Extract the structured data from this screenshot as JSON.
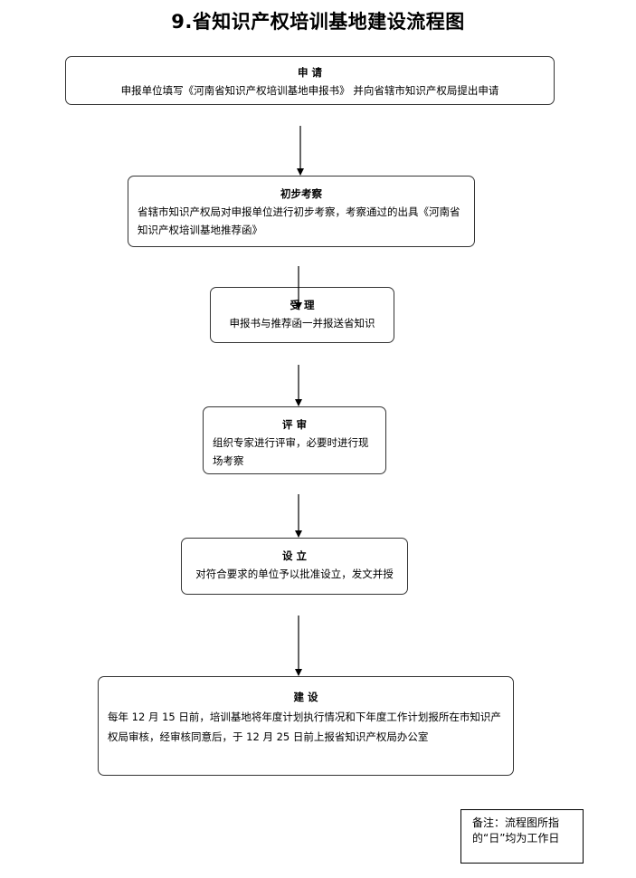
{
  "title": "9.省知识产权培训基地建设流程图",
  "steps": [
    {
      "heading": "申    请",
      "text": "申报单位填写《河南省知识产权培训基地申报书》 并向省辖市知识产权局提出申请"
    },
    {
      "heading": "初步考察",
      "text": "省辖市知识产权局对申报单位进行初步考察，考察通过的出具《河南省知识产权培训基地推荐函》"
    },
    {
      "heading": "受    理",
      "text": "申报书与推荐函一并报送省知识"
    },
    {
      "heading": "评    审",
      "text": "组织专家进行评审，必要时进行现场考察"
    },
    {
      "heading": "设    立",
      "text": "对符合要求的单位予以批准设立，发文并授"
    },
    {
      "heading": "建    设",
      "text": "每年 12 月 15 日前，培训基地将年度计划执行情况和下年度工作计划报所在市知识产权局审核，经审核同意后，于 12 月 25 日前上报省知识产权局办公室"
    }
  ],
  "note": "备注：流程图所指的“日”均为工作日"
}
